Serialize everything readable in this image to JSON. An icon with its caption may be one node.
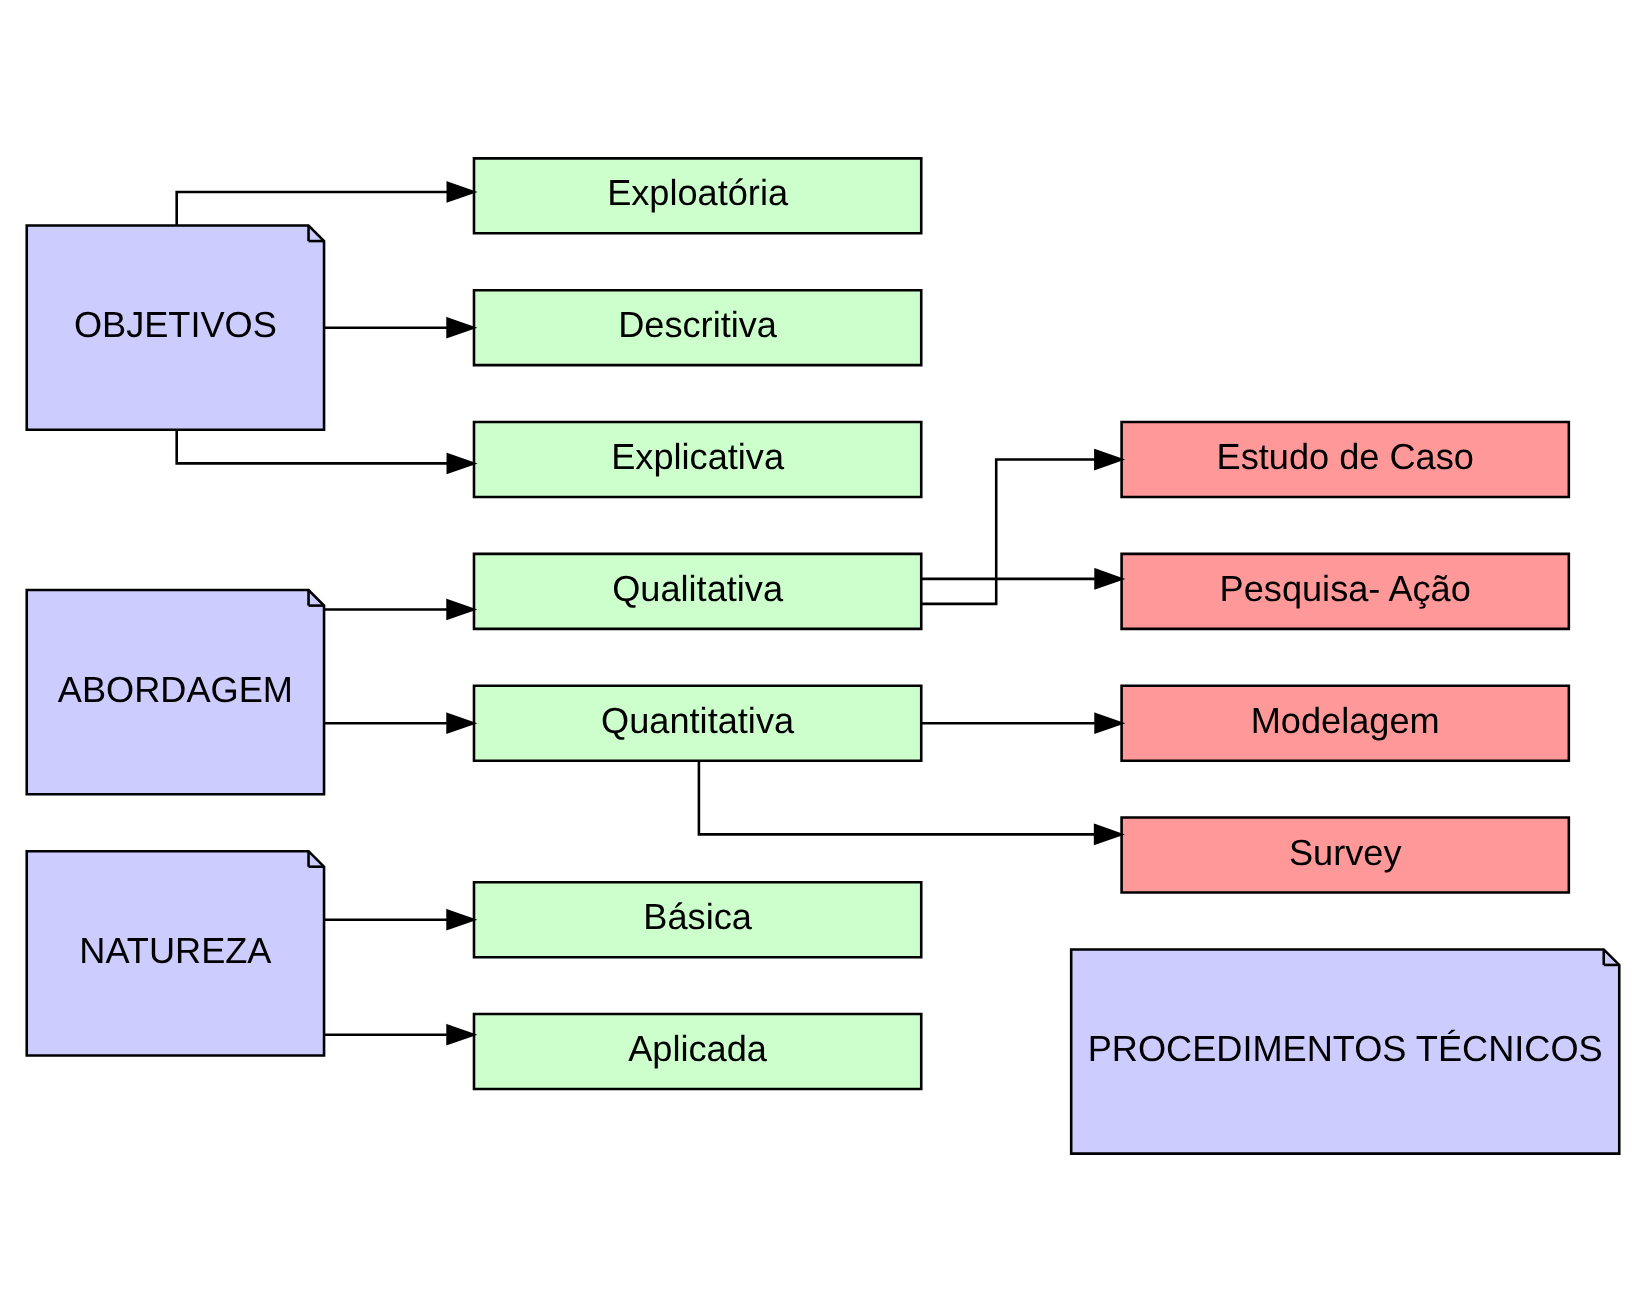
{
  "diagram": {
    "nodes": [
      {
        "text": [
          "NATUREZA"
        ]
      },
      {
        "text": [
          "Básica"
        ]
      },
      {
        "text": [
          "Aplicada"
        ]
      },
      {
        "text": [
          "PROCEDIMENTOS TÉCNICOS"
        ]
      },
      {
        "text": [
          "ABORDAGEM"
        ]
      },
      {
        "text": [
          "Qualitativa"
        ]
      },
      {
        "text": [
          "Estudo de Caso"
        ]
      },
      {
        "text": [
          "Pesquisa- Ação"
        ]
      },
      {
        "text": [
          "Quantitativa"
        ]
      },
      {
        "text": [
          "Modelagem"
        ]
      },
      {
        "text": [
          "Survey"
        ]
      },
      {
        "text": [
          "OBJETIVOS"
        ]
      },
      {
        "text": [
          "Exploatória"
        ]
      },
      {
        "text": [
          "Descritiva"
        ]
      },
      {
        "text": [
          "Explicativa"
        ]
      }
    ],
    "edges": [
      {
        "from": 0,
        "to": 1,
        "arrow": "to"
      },
      {
        "from": 0,
        "to": 2,
        "arrow": "to"
      },
      {
        "from": 4,
        "to": 5,
        "arrow": "to"
      },
      {
        "from": 4,
        "to": 8,
        "arrow": "to"
      },
      {
        "from": 5,
        "to": 6,
        "arrow": "to"
      },
      {
        "from": 5,
        "to": 7,
        "arrow": "to"
      },
      {
        "from": 8,
        "to": 9,
        "arrow": "to"
      },
      {
        "from": 8,
        "to": 10,
        "arrow": "to"
      },
      {
        "from": 11,
        "to": 12,
        "arrow": "to"
      },
      {
        "from": 11,
        "to": 13,
        "arrow": "to"
      },
      {
        "from": 11,
        "to": 14,
        "arrow": "to"
      }
    ]
  }
}
